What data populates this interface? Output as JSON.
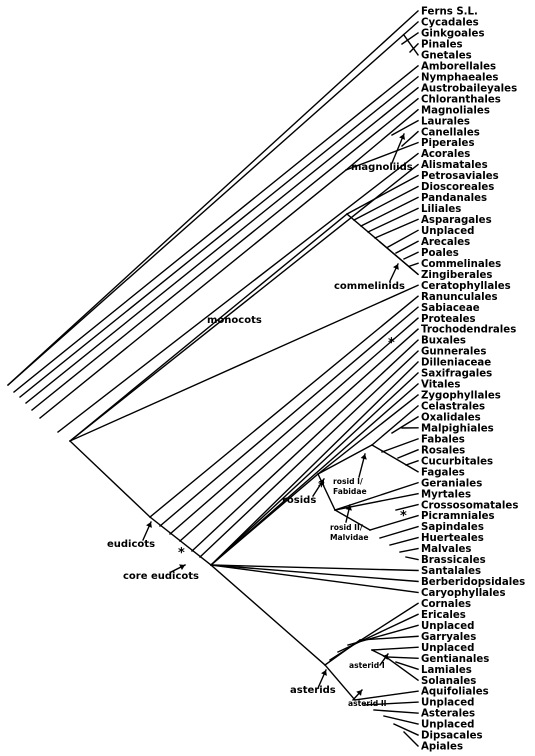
{
  "taxa": [
    "Ferns S.L.",
    "Cycadales",
    "Ginkgoales",
    "Pinales",
    "Gnetales",
    "Amborellales",
    "Nymphaeales",
    "Austrobaileyales",
    "Chloranthales",
    "Magnoliales",
    "Laurales",
    "Canellales",
    "Piperales",
    "Acorales",
    "Alismatales",
    "Petrosaviales",
    "Dioscoreales",
    "Pandanales",
    "Liliales",
    "Asparagales",
    "Unplaced",
    "Arecales",
    "Poales",
    "Commelinales",
    "Zingiberales",
    "Ceratophyllales",
    "Ranunculales",
    "Sabiaceae",
    "Proteales",
    "Trochodendrales",
    "Buxales",
    "Gunnerales",
    "Dilleniaceae",
    "Saxifragales",
    "Vitales",
    "Zygophyllales",
    "Celastrales",
    "Oxalidales",
    "Malpighiales",
    "Fabales",
    "Rosales",
    "Cucurbitales",
    "Fagales",
    "Geraniales",
    "Myrtales",
    "Crossosomatales",
    "Picramniales",
    "Sapindales",
    "Huerteales",
    "Malvales",
    "Brassicales",
    "Santalales",
    "Berberidopsidales",
    "Caryophyllales",
    "Cornales",
    "Ericales",
    "Unplaced",
    "Garryales",
    "Unplaced",
    "Gentianales",
    "Lamiales",
    "Solanales",
    "Aquifoliales",
    "Unplaced",
    "Asterales",
    "Unplaced",
    "Dipsacales",
    "Apiales"
  ],
  "clade_labels": {
    "monocots": "monocots",
    "magnoliids": "magnoliids",
    "commelinids": "commelinids",
    "eudicots": "eudicots",
    "core_eudicots": "core eudicots",
    "rosids": "rosids",
    "rosid_1_line1": "rosid I/",
    "rosid_1_line2": "Fabidae",
    "rosid_2_line1": "rosid II/",
    "rosid_2_line2": "Malvidae",
    "asterids": "asterids",
    "asterid_1": "asterid I",
    "asterid_2": "asterid II"
  },
  "markers": {
    "star": "*"
  }
}
